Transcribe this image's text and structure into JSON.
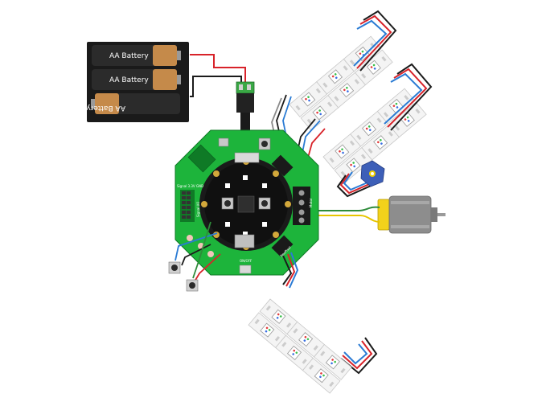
{
  "diagram": {
    "battery_pack": {
      "cells": [
        {
          "label": "AA Battery"
        },
        {
          "label": "AA Battery"
        },
        {
          "label": "AA Battery"
        }
      ]
    },
    "board": {
      "silk_labels": {
        "signal_header": "Signal 3.3V GND",
        "signal_io": "Signal I/O",
        "neopixel": "NeoPixel",
        "motor": "Motor",
        "on_off": "ON/OFF"
      }
    },
    "wire_colors": {
      "red": "#d8232a",
      "black": "#1b1b1b",
      "blue": "#2a7bd4",
      "green": "#2e8b3a",
      "yellow": "#e7c500",
      "gray": "#8a8a8a"
    },
    "accent_colors": {
      "pcb_green": "#1db43b",
      "strip_white": "#f2f2f2",
      "motor_yellow": "#f2d21b",
      "motor_gray": "#8d8d8d",
      "terminal_green": "#3aa845",
      "sensor_blue": "#3d5fb8"
    }
  }
}
